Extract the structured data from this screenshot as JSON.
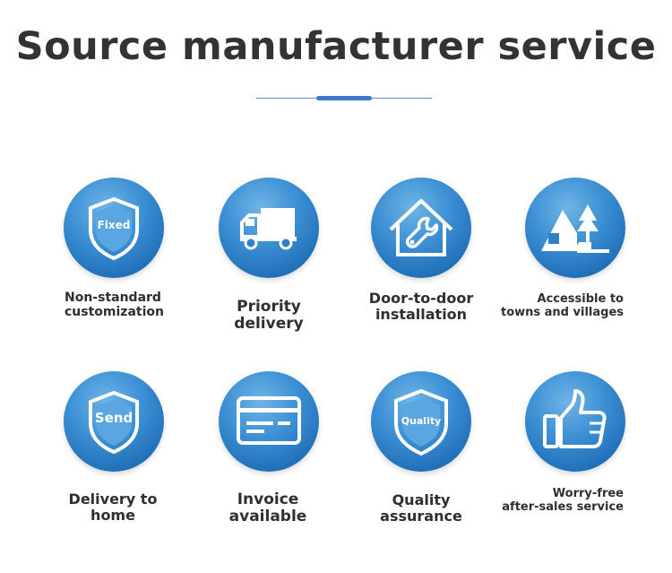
{
  "title": "Source manufacturer service",
  "services": [
    {
      "label_lines": [
        "Non-standard",
        "customization"
      ],
      "icon": "shield-icon",
      "icon_text": "Fixed"
    },
    {
      "label_lines": [
        "Priority delivery"
      ],
      "icon": "truck-icon"
    },
    {
      "label_lines": [
        "Door-to-door",
        "installation"
      ],
      "icon": "house-wrench-icon"
    },
    {
      "label_lines": [
        "Accessible to",
        "towns and villages"
      ],
      "icon": "village-icon"
    },
    {
      "label_lines": [
        "Delivery to home"
      ],
      "icon": "shield-icon",
      "icon_text": "Send"
    },
    {
      "label_lines": [
        "Invoice available"
      ],
      "icon": "card-icon"
    },
    {
      "label_lines": [
        "Quality assurance"
      ],
      "icon": "shield-icon",
      "icon_text": "Quality"
    },
    {
      "label_lines": [
        "Worry-free",
        "after-sales service"
      ],
      "icon": "thumbs-up-icon"
    }
  ],
  "colors": {
    "badge": "#2f80c8",
    "title": "#333333",
    "accent": "#3f7cc6"
  }
}
